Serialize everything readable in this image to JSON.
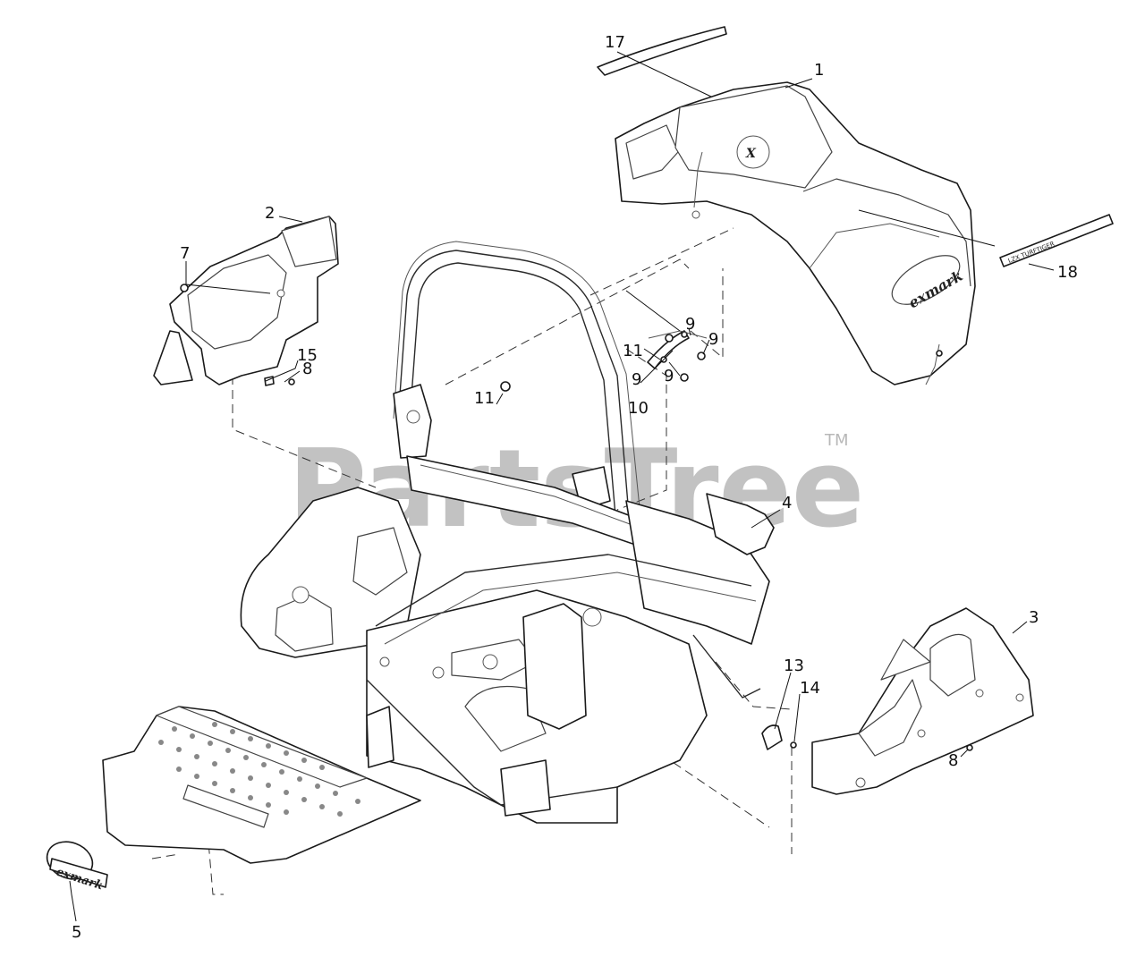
{
  "watermark": {
    "text": "PartsTree",
    "trademark": "TM"
  },
  "decals": {
    "hood_logo": "exmark",
    "plate_logo": "exmark",
    "strip_18": "LZX TURFTIGER"
  },
  "callouts": {
    "c1": "1",
    "c2": "2",
    "c3": "3",
    "c4": "4",
    "c5": "5",
    "c7": "7",
    "c8a": "8",
    "c8b": "8",
    "c9a": "9",
    "c9b": "9",
    "c9c": "9",
    "c9d": "9",
    "c10": "10",
    "c11a": "11",
    "c11b": "11",
    "c13": "13",
    "c14": "14",
    "c15": "15",
    "c17": "17",
    "c18": "18"
  }
}
